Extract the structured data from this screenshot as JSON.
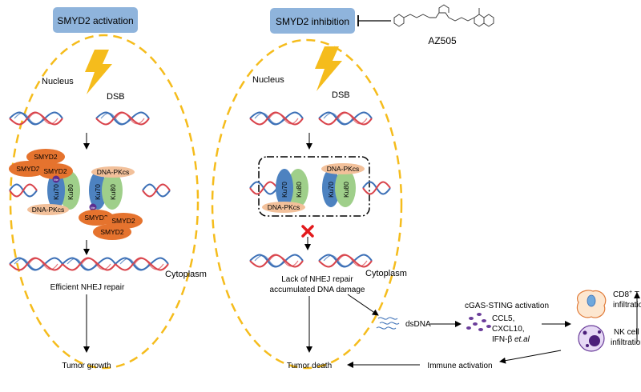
{
  "left_panel": {
    "header": "SMYD2 activation",
    "nucleus": "Nucleus",
    "dsb": "DSB",
    "cytoplasm": "Cytoplasm",
    "repair": "Efficient NHEJ repair",
    "outcome": "Tumor growth",
    "smyd2_label": "SMYD2",
    "dnapkcs_label": "DNA-PKcs",
    "ku70": "Ku70",
    "ku80": "Ku80",
    "me": "Me"
  },
  "right_panel": {
    "header": "SMYD2 inhibition",
    "inhibitor": "AZ505",
    "nucleus": "Nucleus",
    "dsb": "DSB",
    "cytoplasm": "Cytoplasm",
    "dnapkcs_label": "DNA-PKcs",
    "ku70": "Ku70",
    "ku80": "Ku80",
    "repair_line1": "Lack of NHEJ repair",
    "repair_line2": "accumulated DNA damage",
    "dsdna": "dsDNA",
    "cgas": "cGAS-STING activation",
    "cyto1": "CCL5,",
    "cyto2": "CXCL10,",
    "cyto3a": "IFN-β ",
    "cyto3b": "et.al",
    "cd8a": "CD8",
    "cd8sup": "+",
    "cd8b": " T cell",
    "cd8c": "infiltration",
    "nk1": "NK cell",
    "nk2": "infiltration",
    "immune": "Immune activation",
    "outcome": "Tumor death"
  },
  "colors": {
    "header_box": "#8fb4dc",
    "nucleus_dash": "#f5bc1c",
    "lightning": "#f5bc1c",
    "dna_blue": "#3b6fb6",
    "dna_red": "#d9434b",
    "ku70": "#4d82c0",
    "ku80": "#9fcf8a",
    "smyd2": "#e5732e",
    "dnapkcs": "#f2c09a",
    "me": "#5b2d8f",
    "cross": "#e31a1c",
    "cytokine": "#6a3d9a"
  }
}
